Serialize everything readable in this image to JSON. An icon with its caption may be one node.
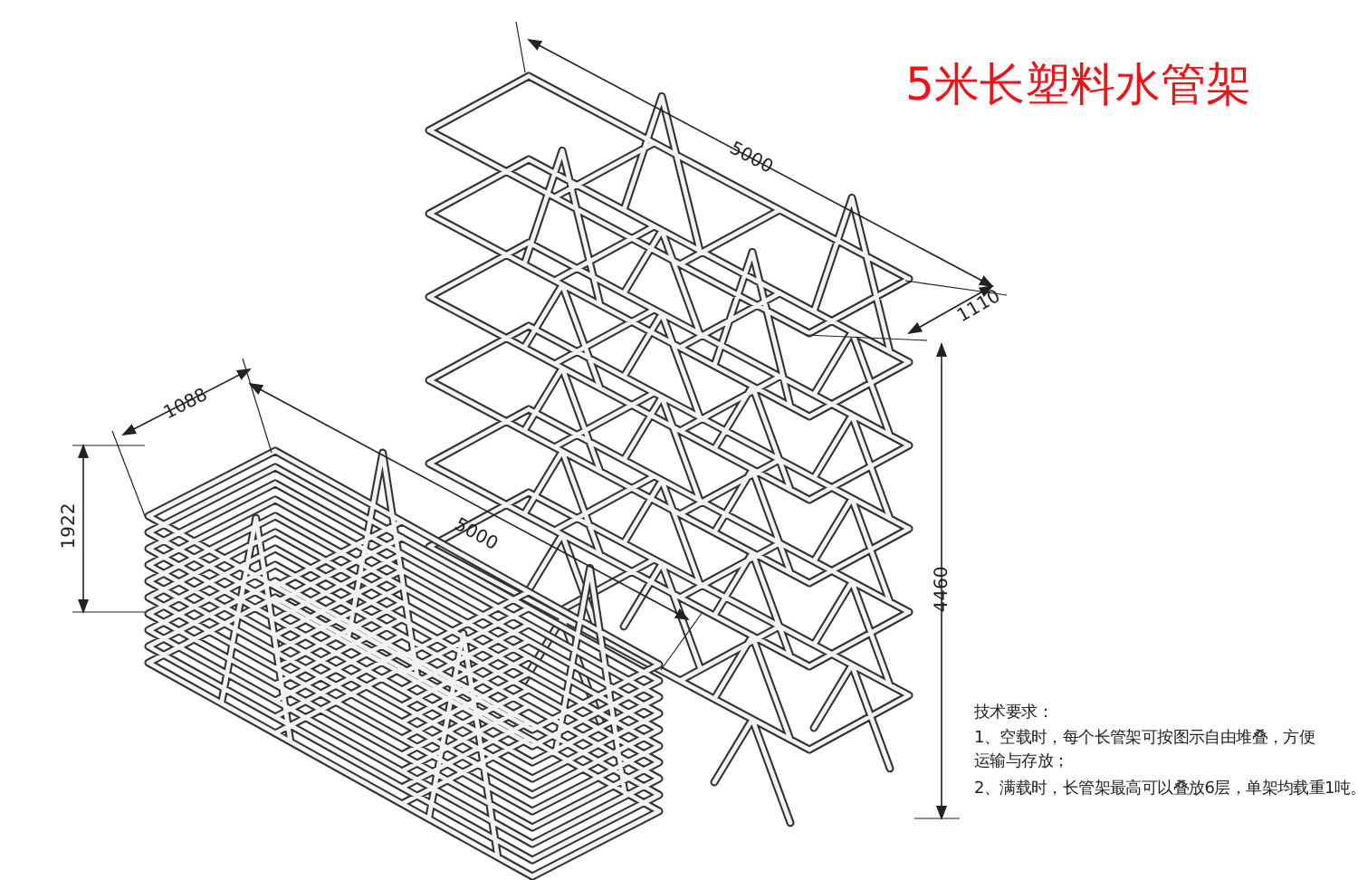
{
  "diagram": {
    "title": "5米长塑料水管架",
    "labels": [
      "5000",
      "1110",
      "1088",
      "1922",
      "5000",
      "4460",
      "技术要求：",
      "1、空载时，每个长管架可按图示自由堆叠，方便运输与存放；",
      "2、满载时，长管架最高可以叠放6层，单架均载重1吨。"
    ]
  }
}
